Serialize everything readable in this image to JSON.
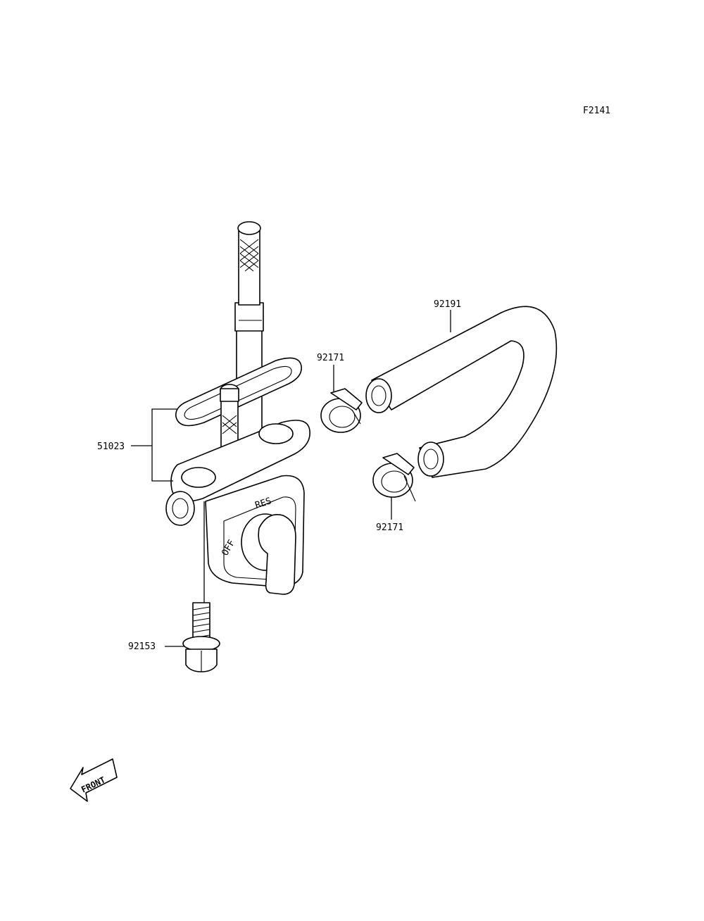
{
  "figure_code": "F2141",
  "callouts": {
    "fuel_cock_assy": "51023",
    "bolt": "92153",
    "clamp_upper": "92171",
    "clamp_lower": "92171",
    "hose": "92191"
  },
  "valve_markings": {
    "res": "RES",
    "off": "OFF"
  },
  "front_arrow_label": "FRONT"
}
